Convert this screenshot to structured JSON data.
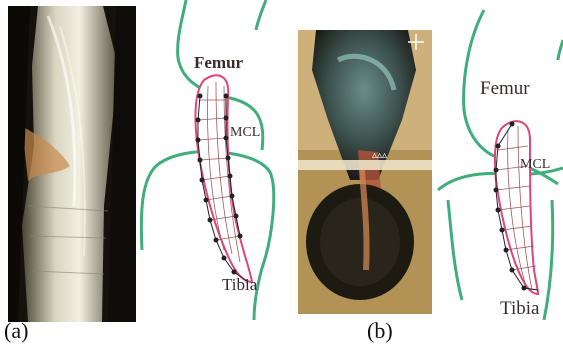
{
  "panels": [
    {
      "caption": "(a)",
      "labels": {
        "femur": "Femur",
        "ligament": "MCL",
        "tibia": "Tibia"
      }
    },
    {
      "caption": "(b)",
      "labels": {
        "femur": "Femur",
        "ligament": "MCL",
        "tibia": "Tibia"
      }
    }
  ],
  "colors": {
    "bone_outline": "#3fae7a",
    "ligament_outline": "#e0447a",
    "mesh_lines": "#a05a5a",
    "nodes": "#222222"
  }
}
